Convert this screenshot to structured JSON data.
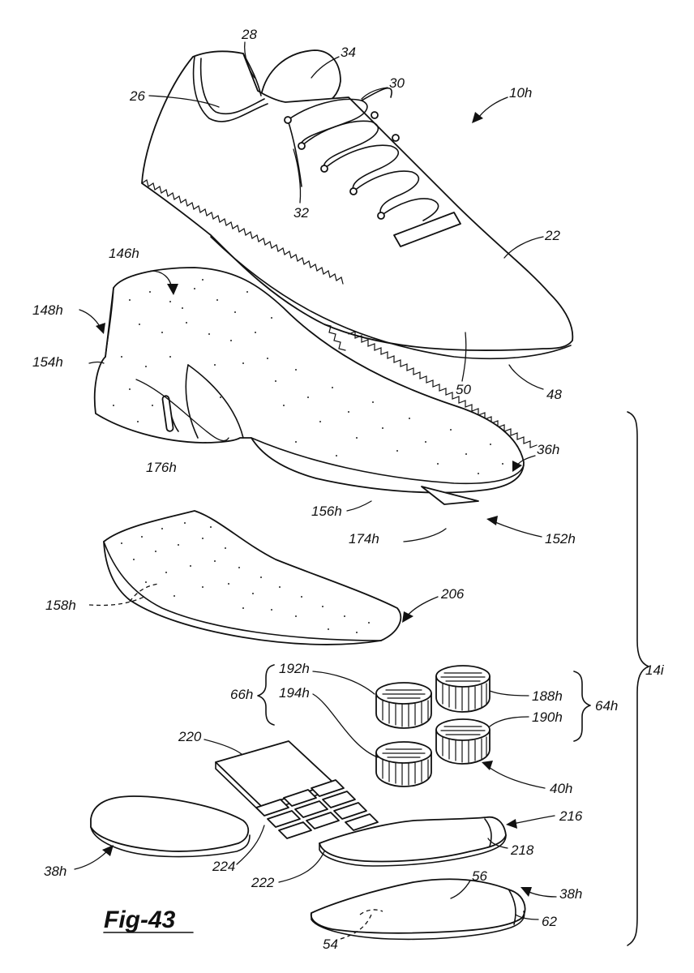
{
  "figure": {
    "label": "Fig-43"
  },
  "references": {
    "r28": "28",
    "r34": "34",
    "r30": "30",
    "r26": "26",
    "r10h": "10h",
    "r32": "32",
    "r22": "22",
    "r146h": "146h",
    "r148h": "148h",
    "r154h": "154h",
    "r50": "50",
    "r48": "48",
    "r36h": "36h",
    "r176h": "176h",
    "r156h": "156h",
    "r174h": "174h",
    "r152h": "152h",
    "r206": "206",
    "r158h": "158h",
    "r14i": "14i",
    "r66h": "66h",
    "r192h": "192h",
    "r194h": "194h",
    "r188h": "188h",
    "r190h": "190h",
    "r64h": "64h",
    "r220": "220",
    "r40h": "40h",
    "r216": "216",
    "r218": "218",
    "r38h_left": "38h",
    "r224": "224",
    "r222": "222",
    "r56": "56",
    "r38h_right": "38h",
    "r62": "62",
    "r54": "54"
  }
}
